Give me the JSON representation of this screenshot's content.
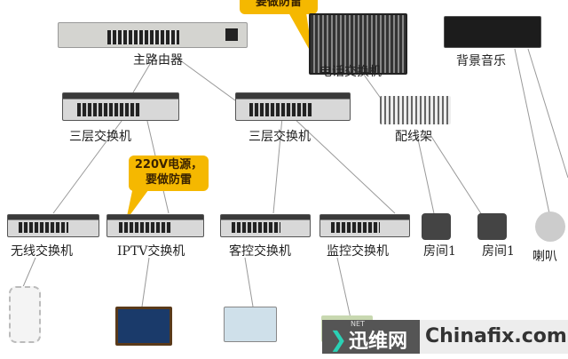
{
  "callouts": {
    "top": "要做防雷",
    "mid_line1": "220V电源，",
    "mid_line2": "要做防雷"
  },
  "nodes": {
    "router": "主路由器",
    "pbx": "电话交换机",
    "bgm": "背景音乐",
    "l3a": "三层交换机",
    "l3b": "三层交换机",
    "patch": "配线架",
    "wifi_sw": "无线交换机",
    "iptv_sw": "IPTV交换机",
    "guest_sw": "客控交换机",
    "cctv_sw": "监控交换机",
    "room1": "房间1",
    "room2": "房间1",
    "speaker": "喇叭"
  },
  "watermark": {
    "net": "NET",
    "cn": "迅维网",
    "en": "Chinafix.com"
  }
}
